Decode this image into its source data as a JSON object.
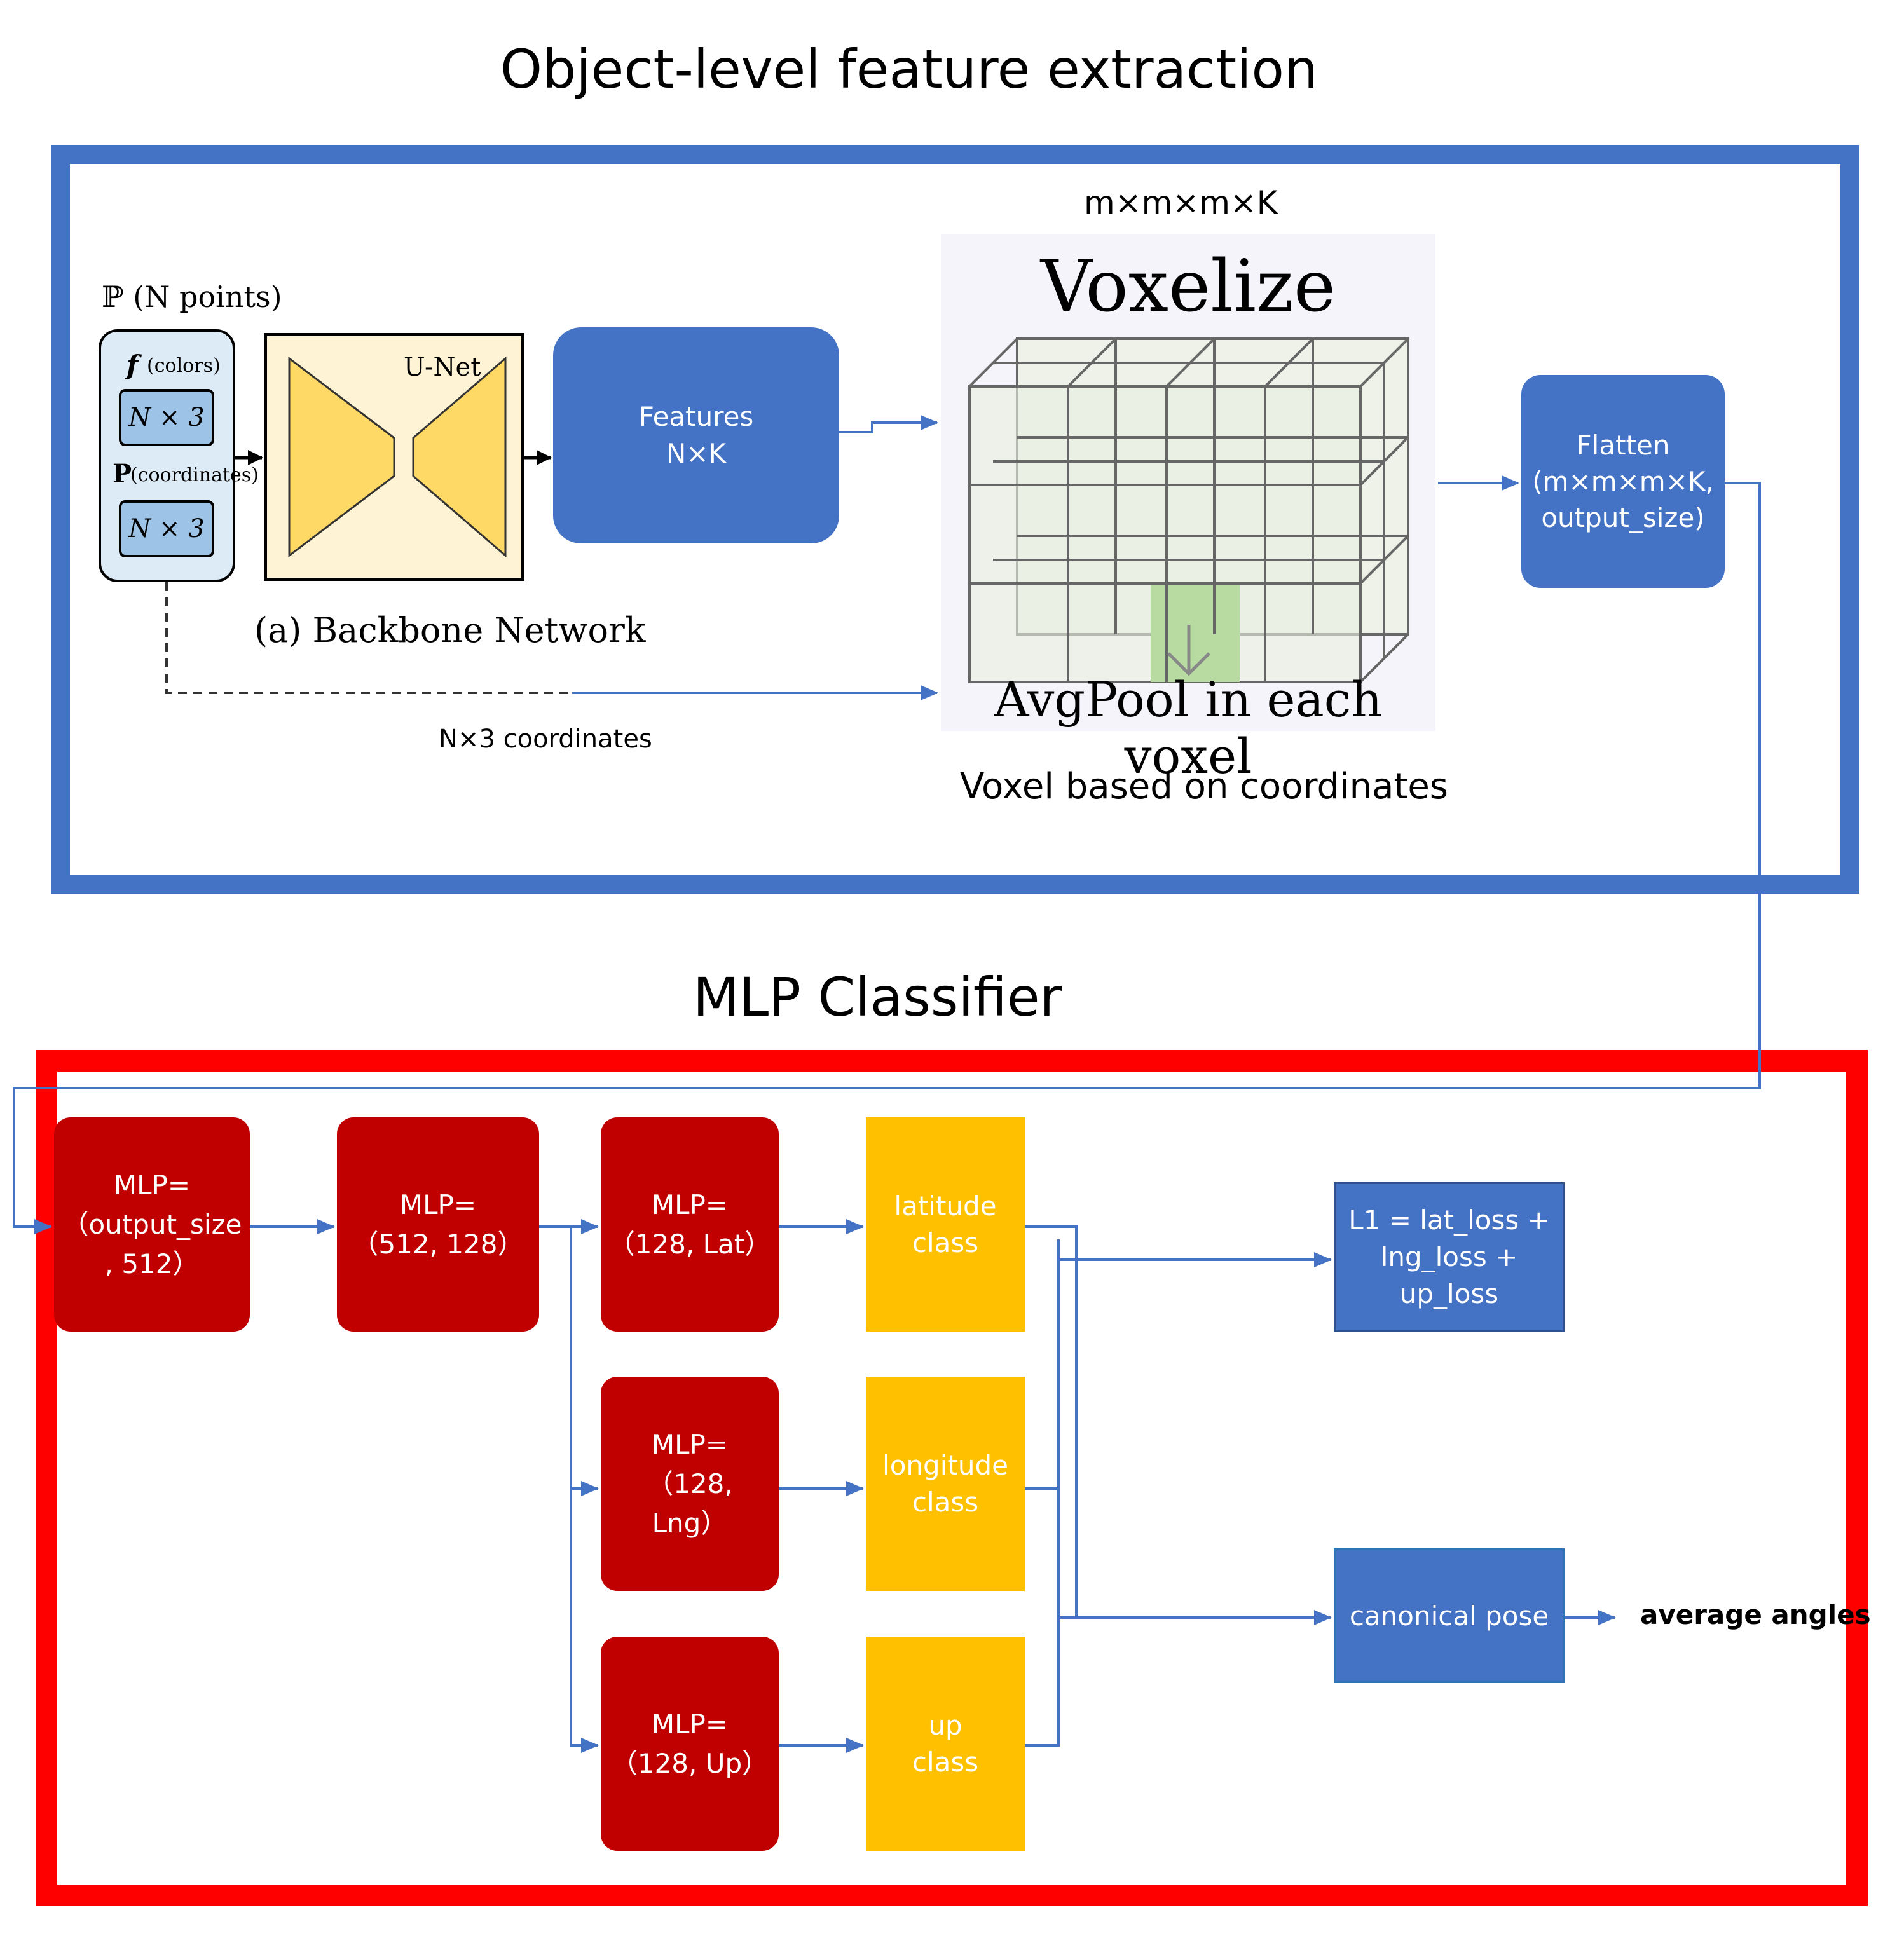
{
  "titles": {
    "top": "Object-level feature extraction",
    "bottom": "MLP Classifier"
  },
  "backbone": {
    "points_label": "ℙ (N points)",
    "f_label": "f",
    "f_sub": "(colors)",
    "f_dim": "N × 3",
    "p_label": "P",
    "p_sub": "(coordinates)",
    "p_dim": "N × 3",
    "unet_label": "U-Net",
    "caption": "(a) Backbone Network"
  },
  "features": {
    "text": "Features\nN×K"
  },
  "voxel": {
    "dims": "m×m×m×K",
    "heading": "Voxelize",
    "pool": "AvgPool in each voxel",
    "caption": "Voxel based on coordinates"
  },
  "coords_label": "N×3 coordinates",
  "flatten": {
    "text": "Flatten\n(m×m×m×K,\noutput_size)"
  },
  "mlp": {
    "m1": "MLP=\n（output_size\n, 512）",
    "m2": "MLP=\n（512, 128）",
    "m_lat": "MLP=\n（128, Lat）",
    "m_lng": "MLP=\n（128,\nLng）",
    "m_up": "MLP=\n（128, Up）"
  },
  "classes": {
    "lat": "latitude\nclass",
    "lng": "longitude\nclass",
    "up": "up\nclass"
  },
  "loss": {
    "text": "L1 = lat_loss +\nlng_loss +\nup_loss"
  },
  "pose": {
    "text": "canonical pose"
  },
  "output_label": "average angles",
  "colors": {
    "blue_frame": "#4472c4",
    "red_frame": "#ff0000",
    "box_blue": "#4472c4",
    "box_red": "#c00000",
    "box_yellow": "#ffc000",
    "unet_fill": "#ffd966",
    "voxel_bg": "#f6f4fb",
    "input_bg": "#ddebf7"
  }
}
